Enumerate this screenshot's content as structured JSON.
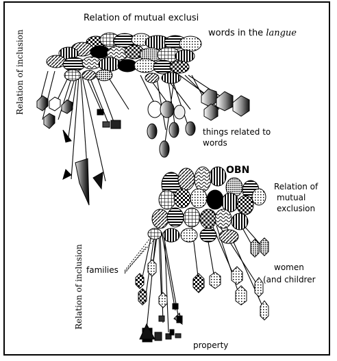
{
  "labels": {
    "top_title": "Relation of mutual exclusi",
    "words_prefix": "words in the ",
    "words_italic": "langue",
    "inclusion_top": "Relation of inclusion",
    "things_line1": "things related to",
    "things_line2": "words",
    "obn": "OBN",
    "mutual_line1": "Relation of",
    "mutual_line2": "mutual",
    "mutual_line3": "exclusion",
    "inclusion_bottom": "Relation of inclusion",
    "families": "families",
    "women_line1": "women",
    "women_line2": "(and childrer",
    "property": "property"
  },
  "colors": {
    "ink": "#000000",
    "paper": "#ffffff"
  }
}
